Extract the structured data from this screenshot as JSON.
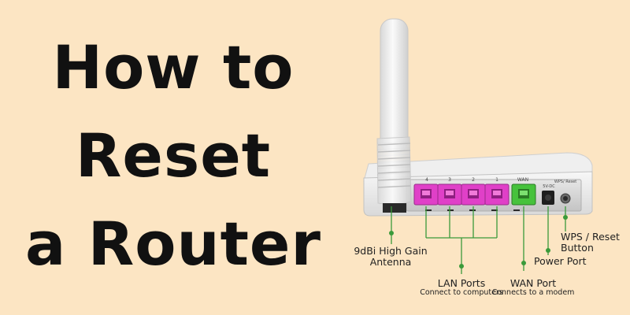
{
  "title": {
    "line1": "How to",
    "line2": "Reset",
    "line3": "a Router"
  },
  "router": {
    "port_numbers": [
      "4",
      "3",
      "2",
      "1"
    ],
    "wan_port_label": "WAN",
    "power_port_label": "5V-DC",
    "reset_port_label": "WPS/ Reset"
  },
  "callouts": {
    "antenna": {
      "line1": "9dBi High Gain",
      "line2": "Antenna"
    },
    "lan": {
      "title": "LAN Ports",
      "subtitle": "Connect to computers"
    },
    "wan": {
      "title": "WAN Port",
      "subtitle": "Connects to a modem"
    },
    "power": {
      "title": "Power Port"
    },
    "wps": {
      "line1": "WPS / Reset",
      "line2": "Button"
    }
  },
  "colors": {
    "background": "#fce5c3",
    "lan_ports": "#e040c8",
    "wan_port": "#46c23c",
    "callout_lines": "#3a9a3a"
  }
}
